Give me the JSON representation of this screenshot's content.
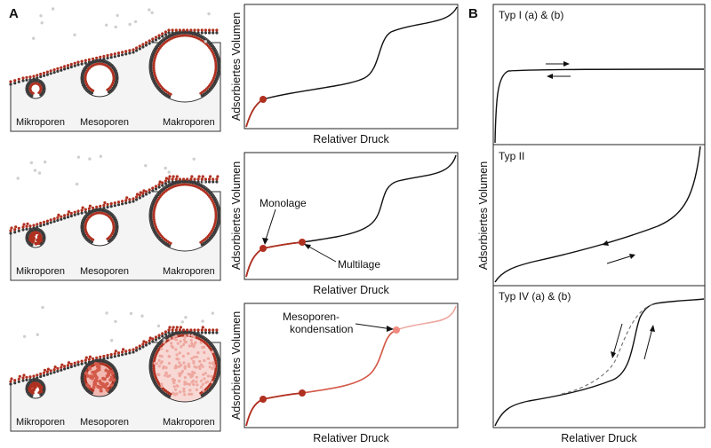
{
  "panels": {
    "a_letter": "A",
    "b_letter": "B"
  },
  "pores": {
    "micro": "Mikroporen",
    "meso": "Mesoporen",
    "macro": "Makroporen"
  },
  "axes": {
    "x_title": "Relativer Druck",
    "y_title": "Adsorbiertes Volumen"
  },
  "annotations": {
    "monolayer": "Monolage",
    "multilayer": "Multilage",
    "meso_condensation_1": "Mesoporen-",
    "meso_condensation_2": "kondensation"
  },
  "types": {
    "type1": "Typ I (a) & (b)",
    "type2": "Typ II",
    "type4": "Typ IV (a) & (b)"
  },
  "colors": {
    "dark_red": "#b03020",
    "mid_red": "#d45a4a",
    "light_red": "#eea8a0",
    "dark_dot": "#3a3a3a",
    "gray_particle": "#cfcfcf"
  }
}
